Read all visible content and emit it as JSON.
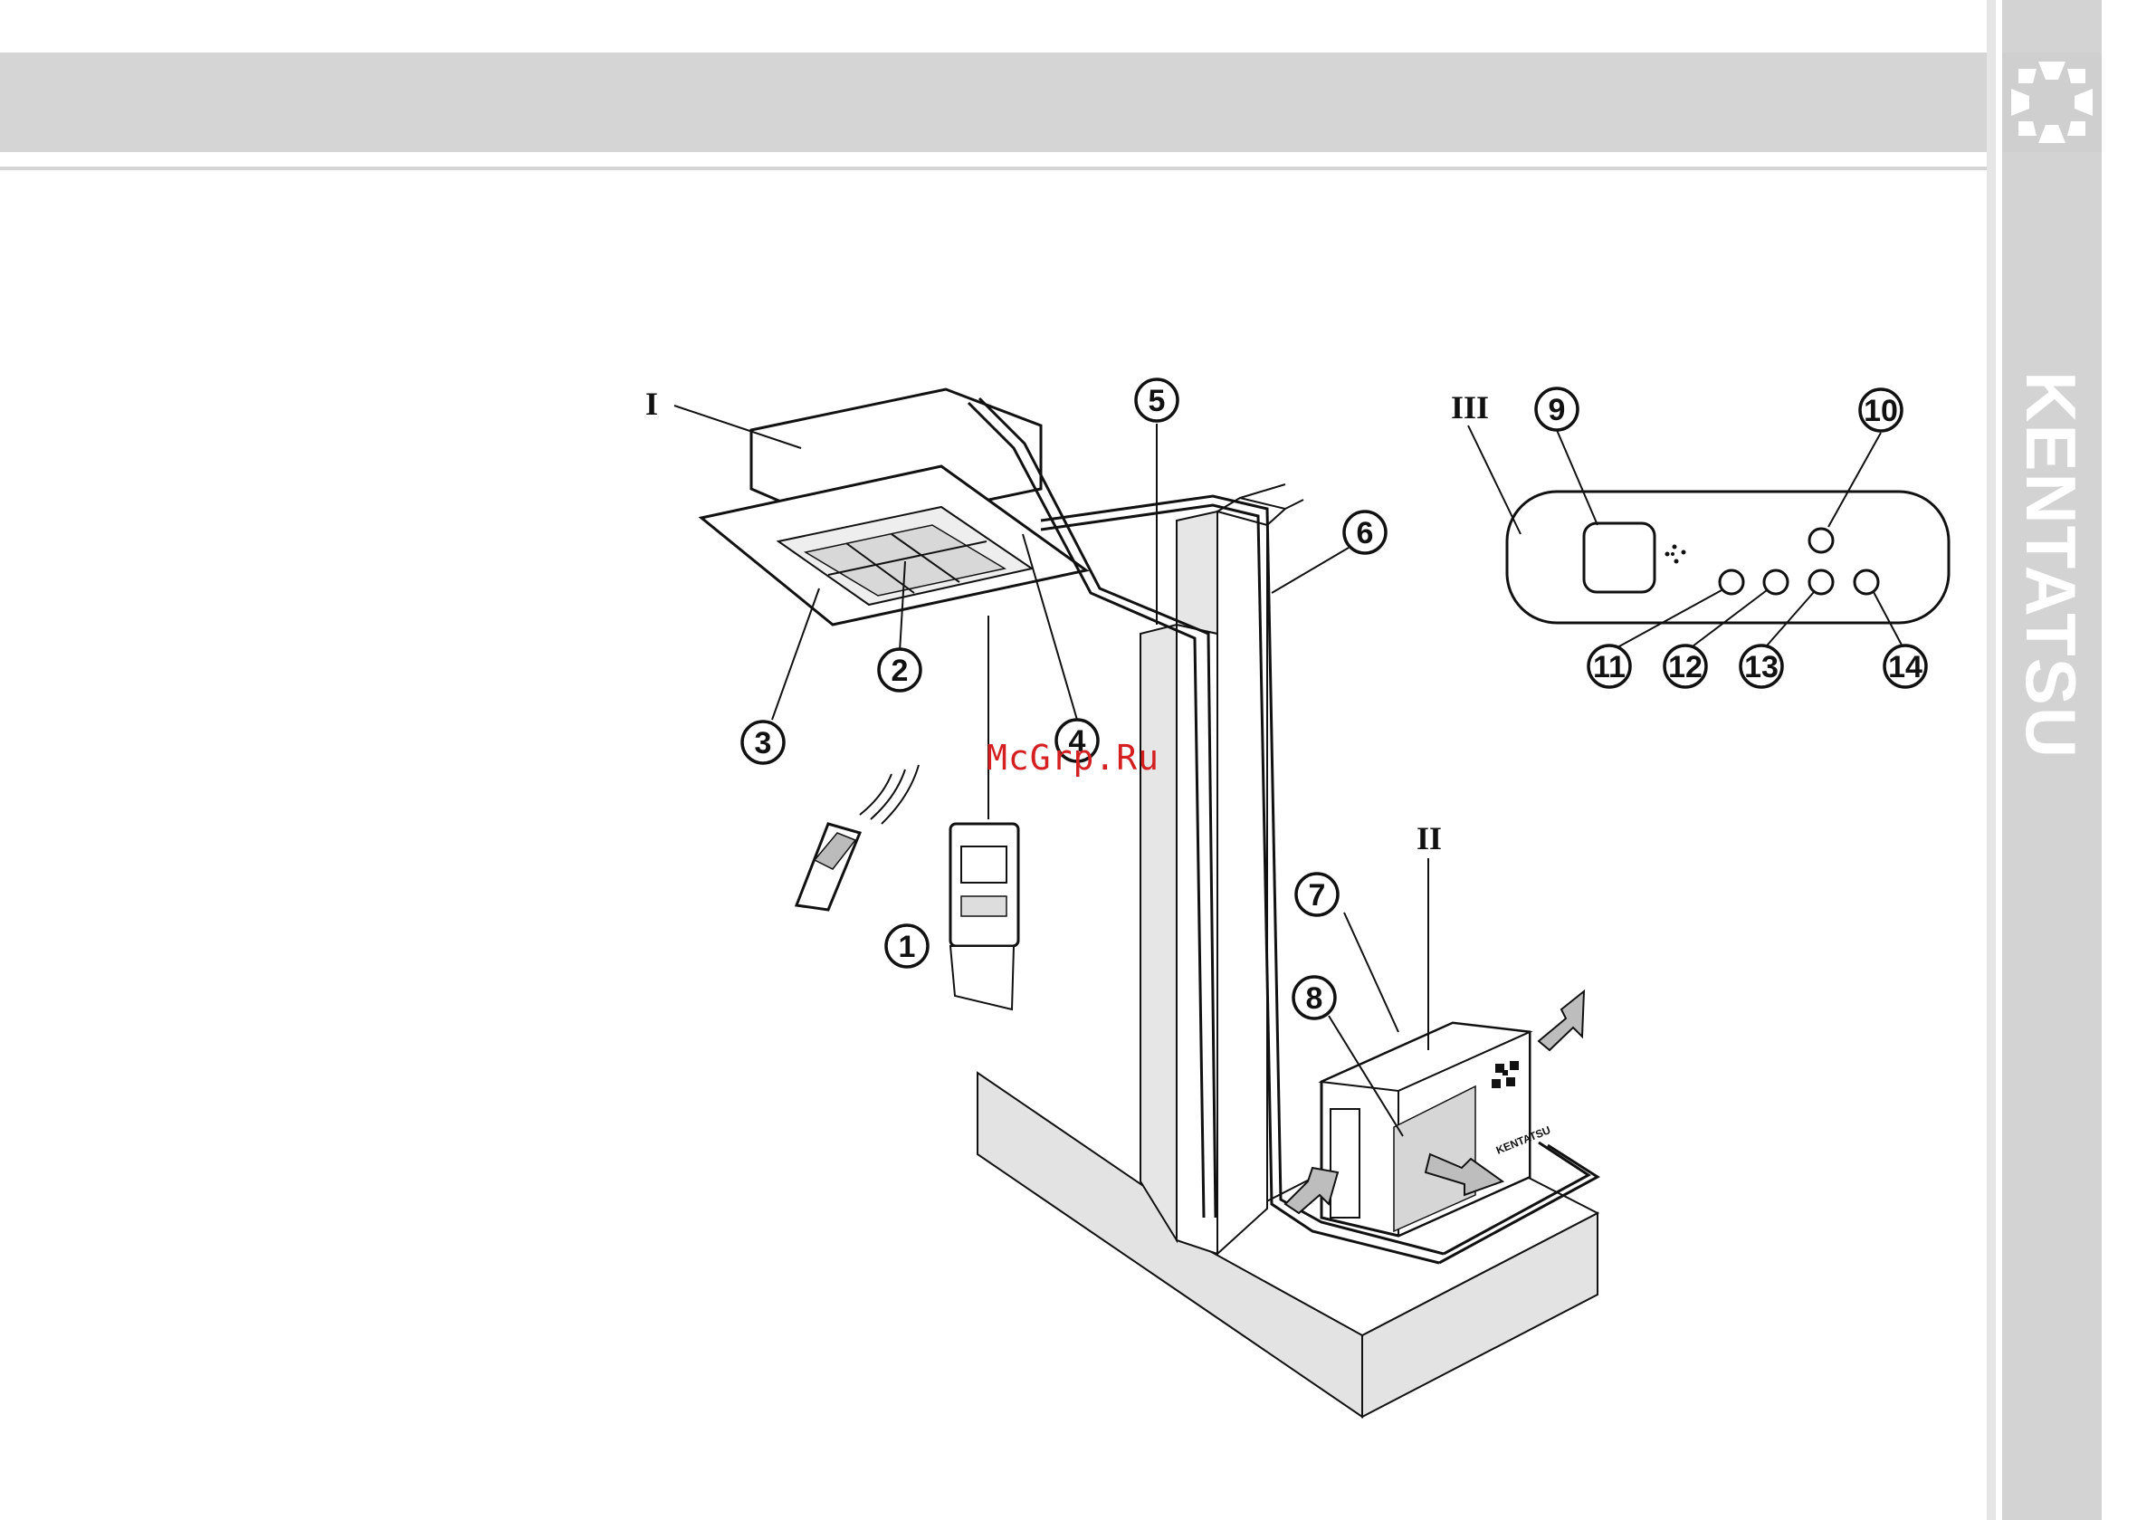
{
  "brand": {
    "vertical_text": "KENTATSU",
    "unit_label": "KENTATSU"
  },
  "watermark": "McGrp.Ru",
  "units": [
    {
      "roman": "I"
    },
    {
      "roman": "II"
    },
    {
      "roman": "III"
    }
  ],
  "callouts": [
    "1",
    "2",
    "3",
    "4",
    "5",
    "6",
    "7",
    "8",
    "9",
    "10",
    "11",
    "12",
    "13",
    "14"
  ],
  "colors": {
    "header_band": "#d5d5d5",
    "side_bar": "#d3d3d3",
    "watermark": "#d42020",
    "ground": "#e3e3e3"
  }
}
